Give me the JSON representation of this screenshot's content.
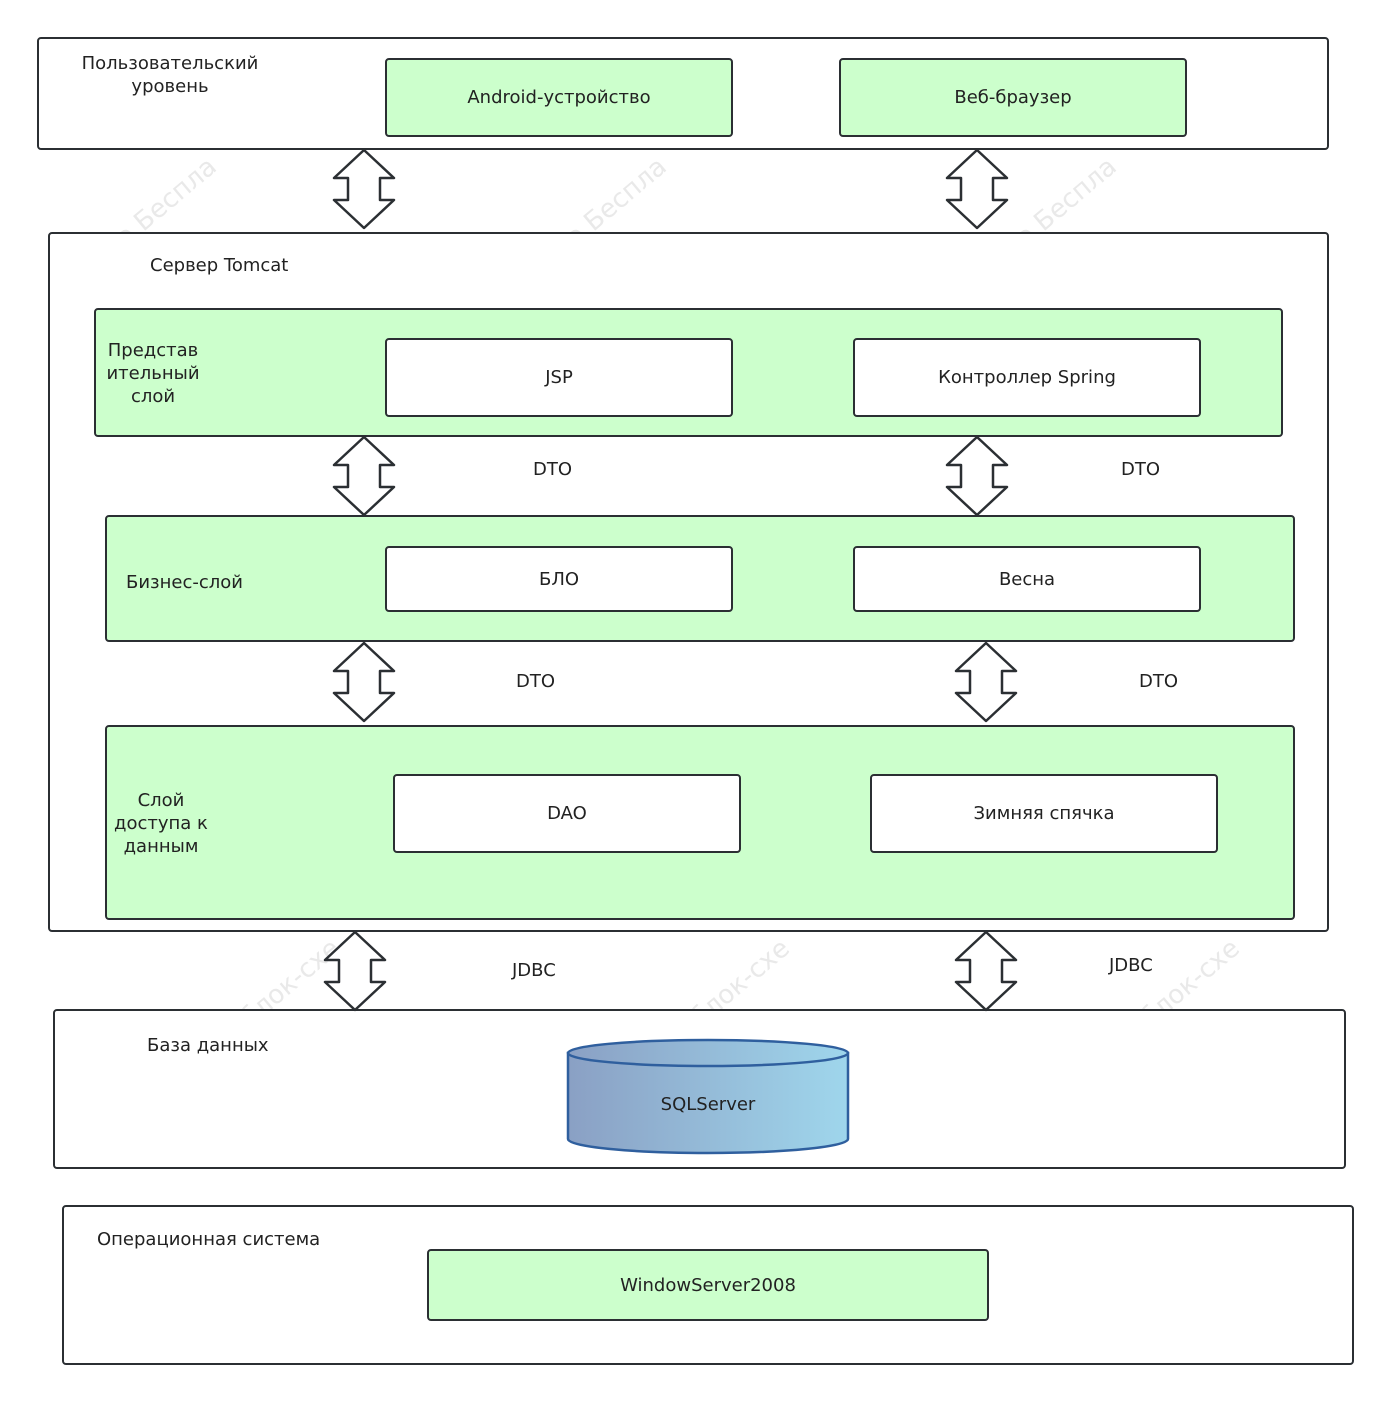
{
  "user_level": {
    "title": "Пользовательский\nуровень",
    "boxes": [
      "Android-устройство",
      "Веб-браузер"
    ]
  },
  "tomcat": {
    "title": "Сервер Tomcat",
    "presentation": {
      "title": "Представ\nительный\nслой",
      "boxes": [
        "JSP",
        "Контроллер Spring"
      ]
    },
    "business": {
      "title": "Бизнес-слой",
      "boxes": [
        "БЛО",
        "Весна"
      ]
    },
    "data_access": {
      "title": "Слой\nдоступа к\nданным",
      "boxes": [
        "DAO",
        "Зимняя спячка"
      ]
    }
  },
  "connectors": {
    "dto": "DTO",
    "jdbc": "JDBC"
  },
  "database": {
    "title": "База данных",
    "db": "SQLServer"
  },
  "os": {
    "title": "Операционная система",
    "box": "WindowServer2008"
  },
  "colors": {
    "layer_fill": "#ccffcc",
    "stroke": "#2b2f33",
    "db_gradient_start": "#8aa0c4",
    "db_gradient_end": "#9fd6ec"
  }
}
